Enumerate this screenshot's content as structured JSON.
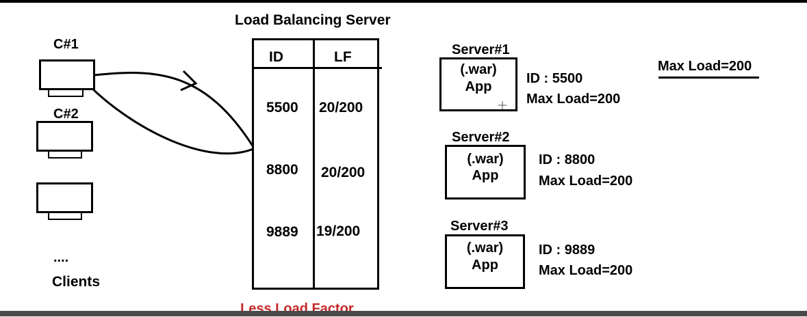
{
  "colors": {
    "ink": "#000000",
    "accent_red": "#c62828",
    "bottom_bar": "#4a4a4a"
  },
  "clients": {
    "c1_label": "C#1",
    "c2_label": "C#2",
    "ellipsis": "....",
    "caption": "Clients"
  },
  "load_balancer": {
    "title": "Load Balancing Server",
    "col_id": "ID",
    "col_lf": "LF",
    "rows": [
      {
        "id": "5500",
        "lf": "20/200"
      },
      {
        "id": "8800",
        "lf": "20/200"
      },
      {
        "id": "9889",
        "lf": "19/200"
      }
    ],
    "footer": "Less Load Factor"
  },
  "servers": [
    {
      "title": "Server#1",
      "war": "(.war)",
      "app": "App",
      "id_text": "ID : 5500",
      "max_text": "Max Load=200"
    },
    {
      "title": "Server#2",
      "war": "(.war)",
      "app": "App",
      "id_text": "ID : 8800",
      "max_text": "Max Load=200"
    },
    {
      "title": "Server#3",
      "war": "(.war)",
      "app": "App",
      "id_text": "ID : 9889",
      "max_text": "Max Load=200"
    }
  ],
  "note": {
    "text": "Max Load=200"
  }
}
